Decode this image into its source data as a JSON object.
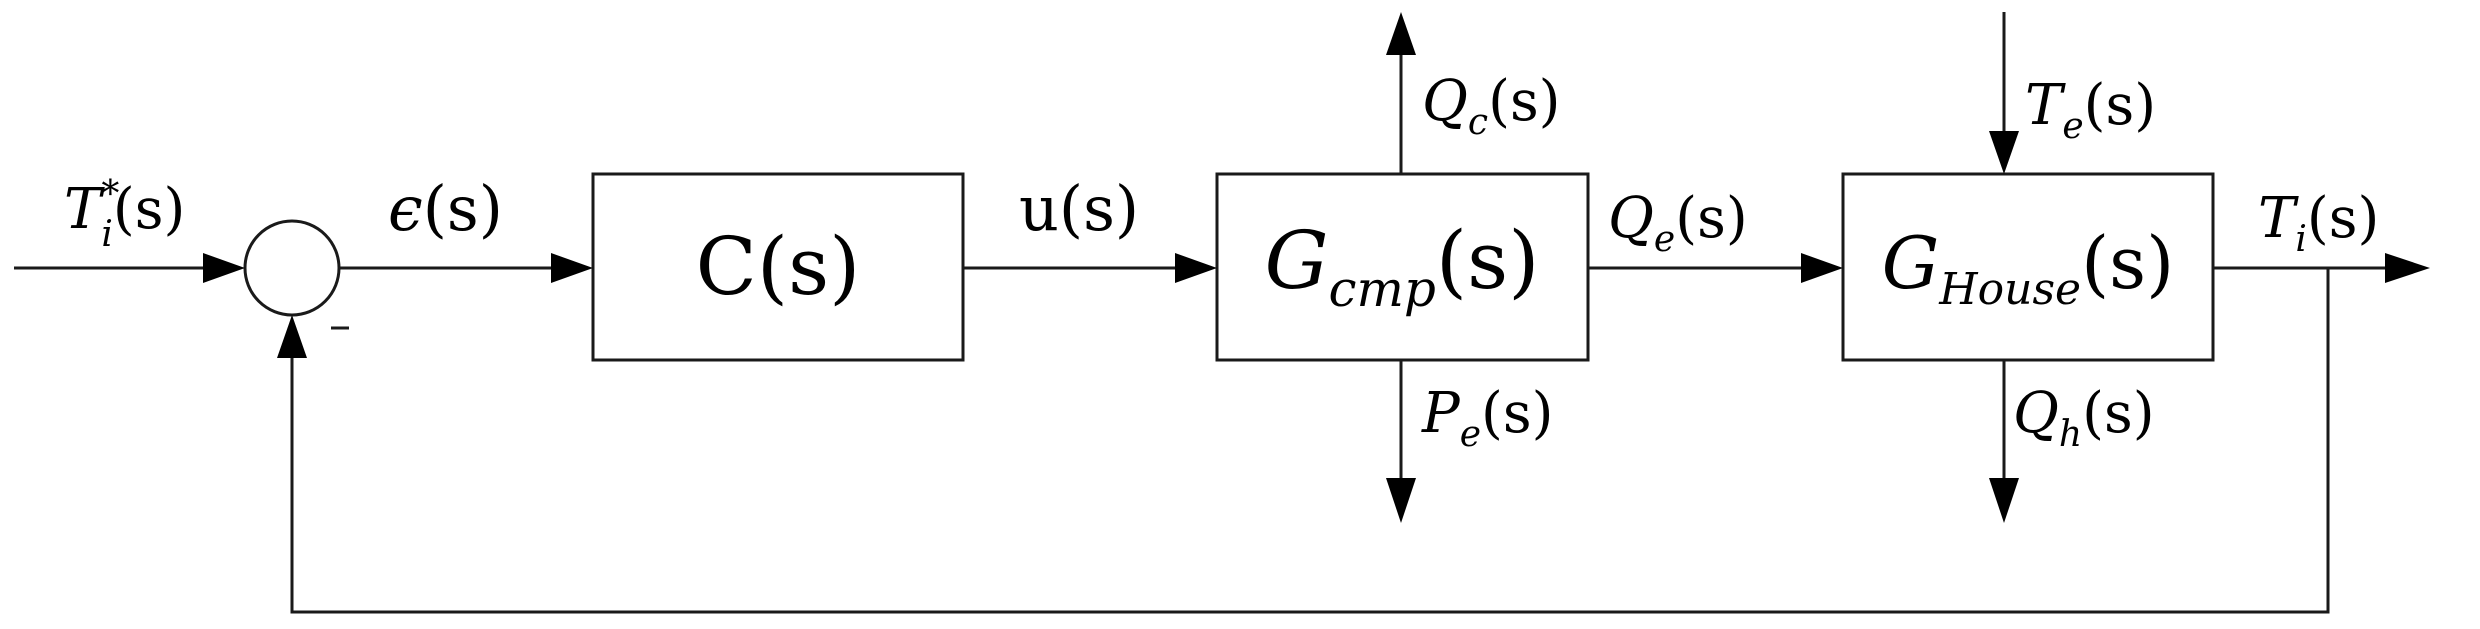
{
  "diagram": {
    "type": "block-diagram",
    "blocks": {
      "controller": {
        "label": "C(s)"
      },
      "compressor": {
        "base": "G",
        "sub": "cmp",
        "arg": "(s)"
      },
      "house": {
        "base": "G",
        "sub": "House",
        "arg": "(s)"
      }
    },
    "signals": {
      "reference": {
        "base": "T",
        "sup": "*",
        "sub": "i",
        "arg": "(s)"
      },
      "error": {
        "base": "ϵ",
        "arg": "(s)"
      },
      "control": {
        "label": "u(s)"
      },
      "qc": {
        "base": "Q",
        "sub": "c",
        "arg": "(s)"
      },
      "qe": {
        "base": "Q",
        "sub": "e",
        "arg": "(s)"
      },
      "pe": {
        "base": "P",
        "sub": "e",
        "arg": "(s)"
      },
      "te": {
        "base": "T",
        "sub": "e",
        "arg": "(s)"
      },
      "qh": {
        "base": "Q",
        "sub": "h",
        "arg": "(s)"
      },
      "output": {
        "base": "T",
        "sub": "i",
        "arg": "(s)"
      }
    },
    "summing_junction": {
      "feedback_sign": "-"
    }
  }
}
